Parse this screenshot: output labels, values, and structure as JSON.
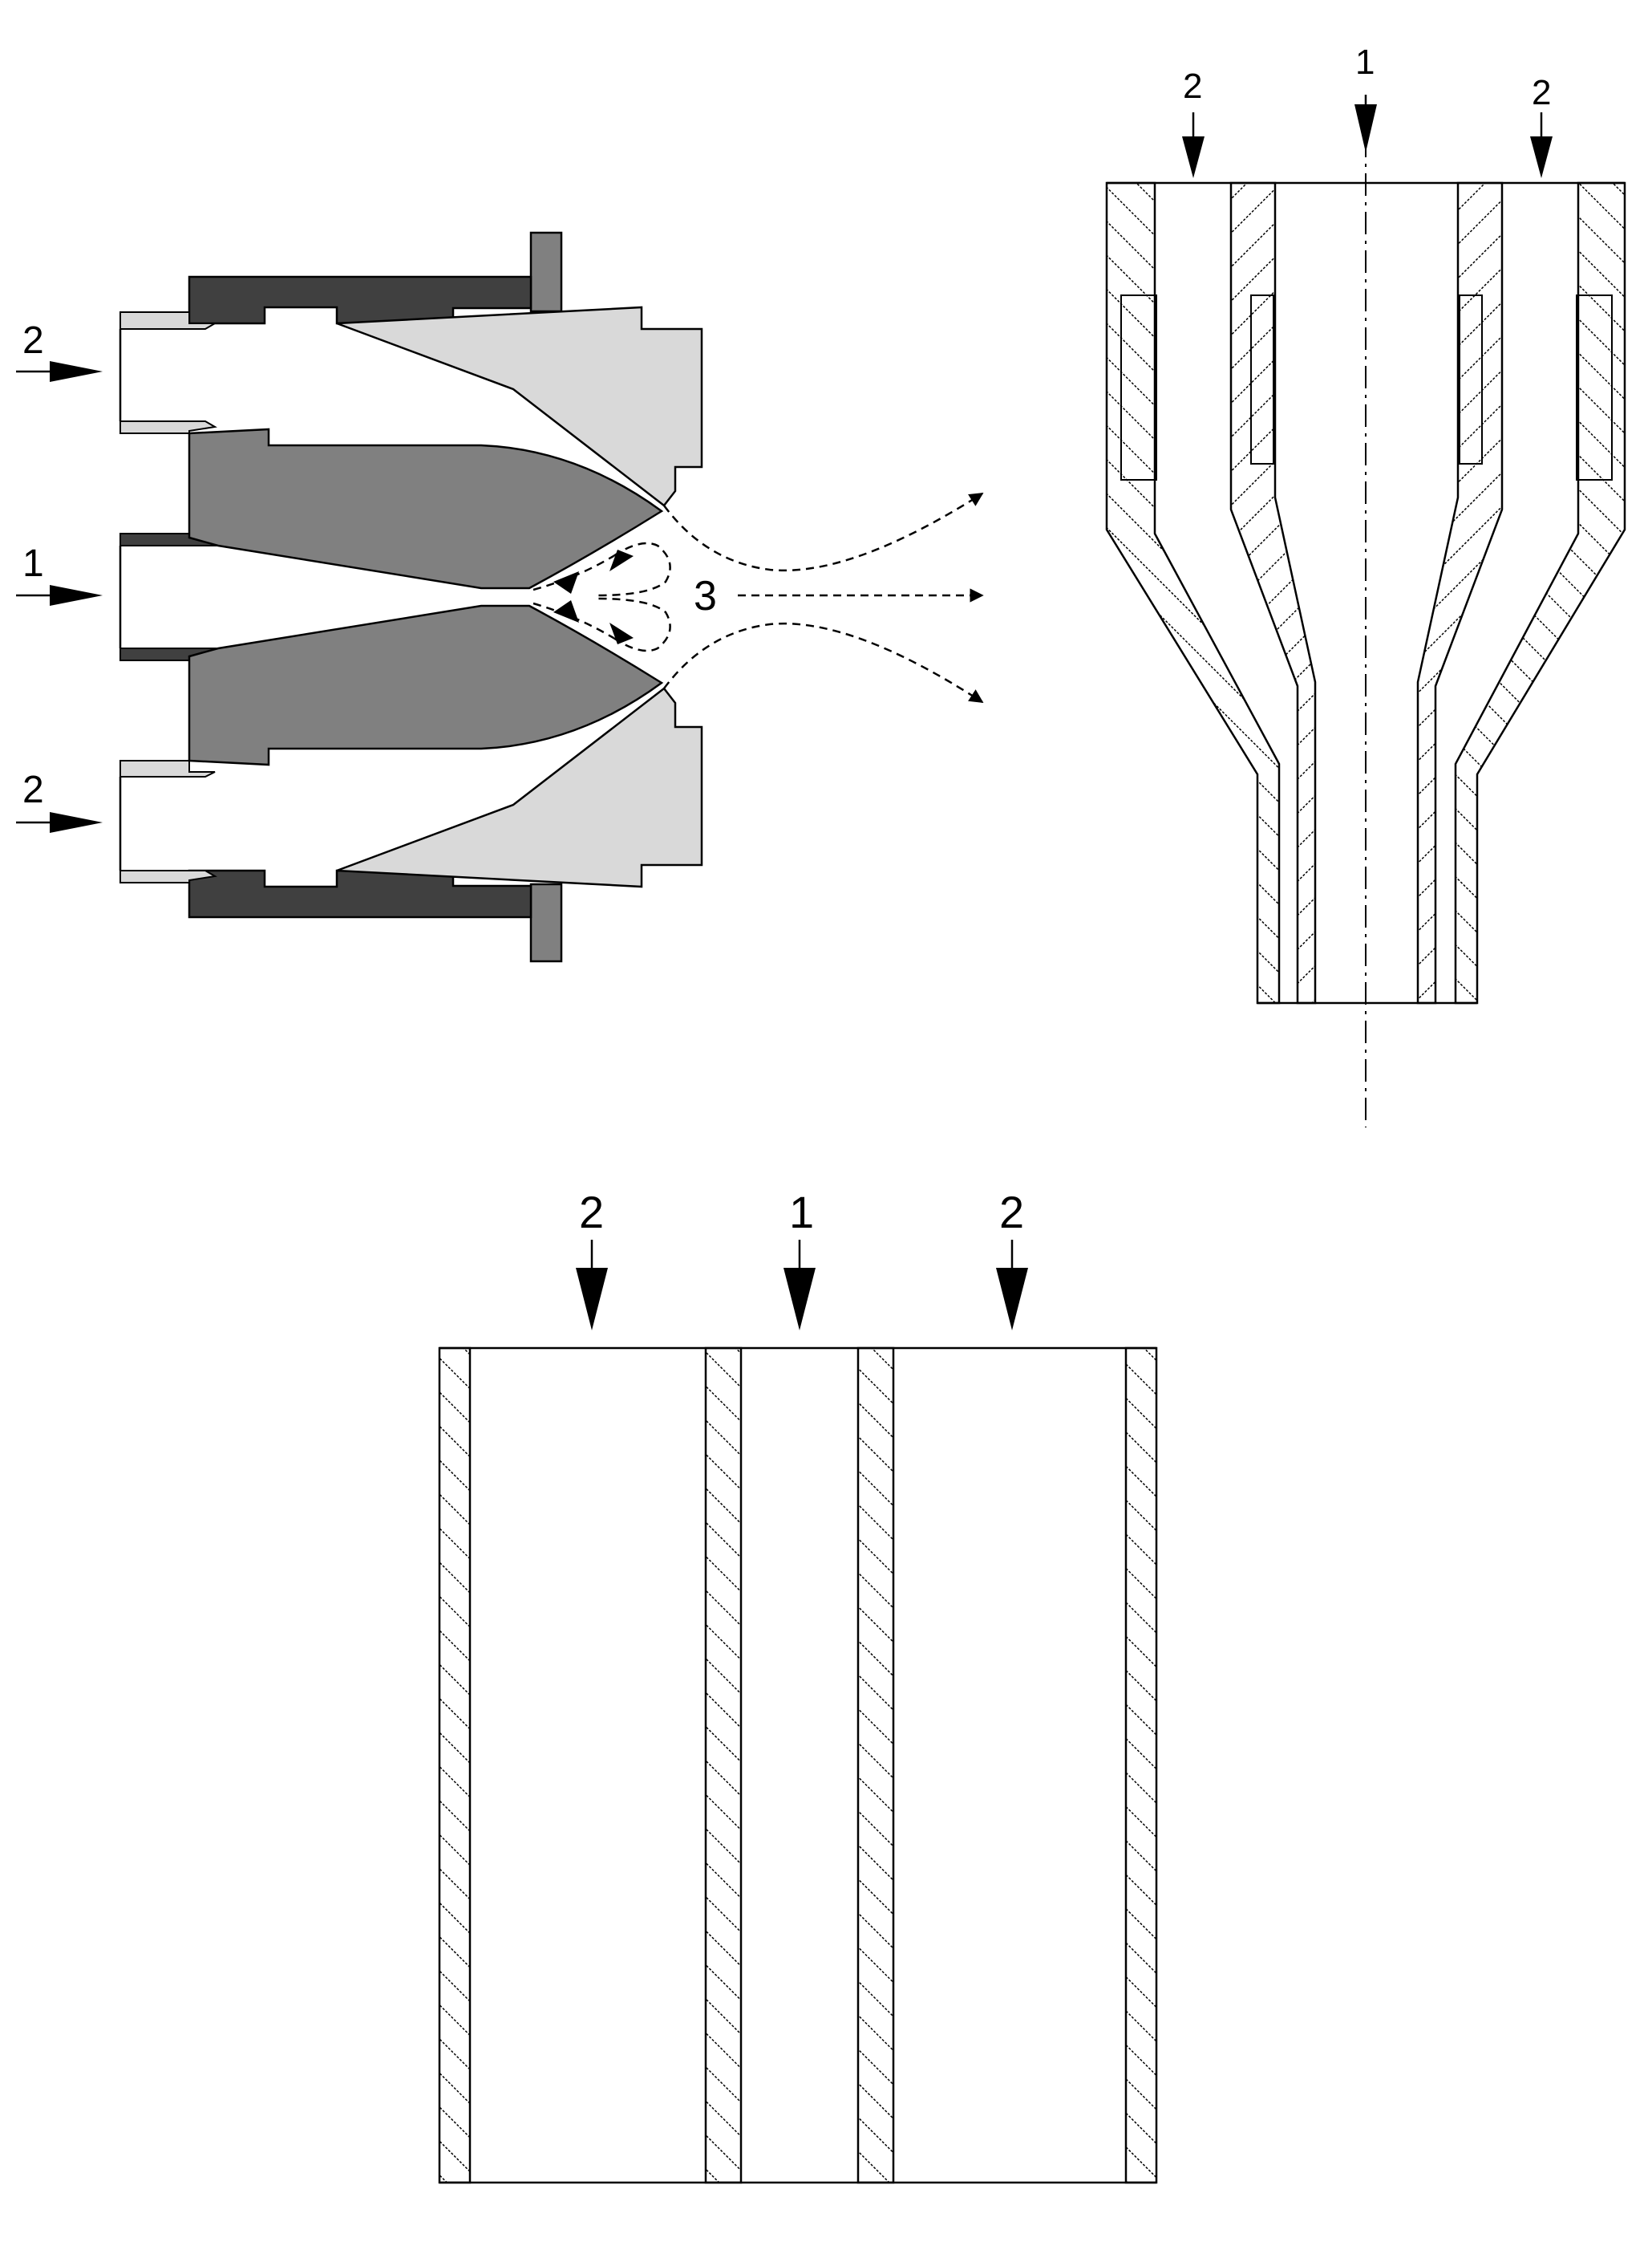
{
  "figures": {
    "nozzle_cross_section": {
      "labels": {
        "inlet_top": "2",
        "inlet_middle": "1",
        "inlet_bottom": "2",
        "mixing_zone": "3"
      },
      "colors": {
        "outer_housing": "#404040",
        "inner_core": "#808080",
        "cap": "#d9d9d9",
        "flange": "#808080"
      }
    },
    "tapered_coaxial_tube": {
      "labels": {
        "inlet_left": "2",
        "inlet_center": "1",
        "inlet_right": "2"
      }
    },
    "straight_coaxial_tube": {
      "labels": {
        "inlet_left": "2",
        "inlet_center": "1",
        "inlet_right": "2"
      }
    }
  },
  "colors": {
    "line": "#000000",
    "background": "#ffffff"
  }
}
